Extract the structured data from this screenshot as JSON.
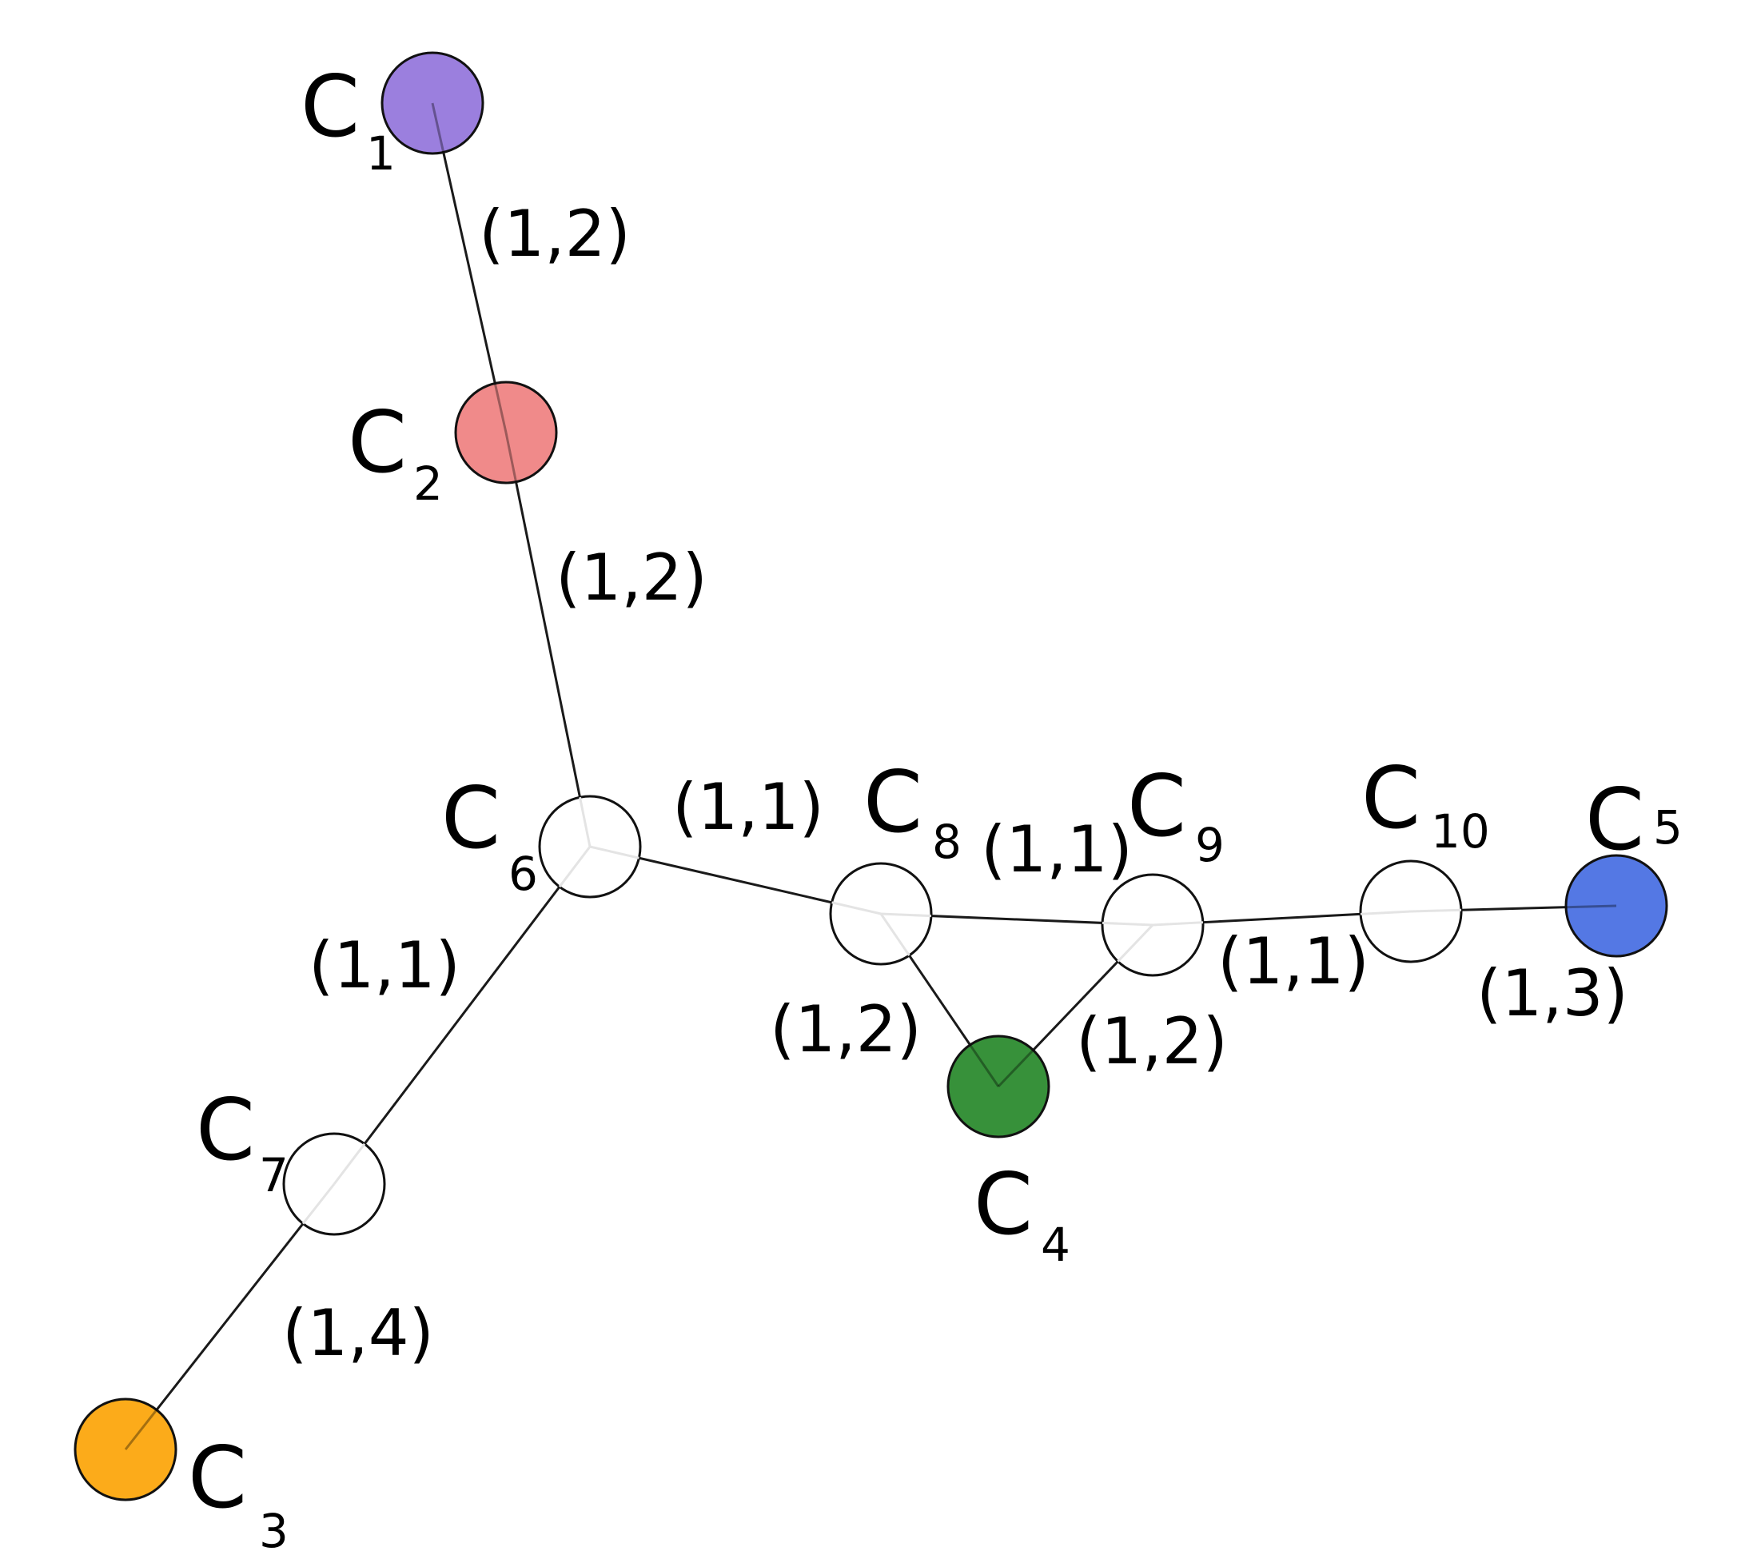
{
  "graph": {
    "nodes": [
      {
        "id": "C1",
        "label": "C",
        "sub": "1",
        "fill": "#9b7fde"
      },
      {
        "id": "C2",
        "label": "C",
        "sub": "2",
        "fill": "#f08a8a"
      },
      {
        "id": "C3",
        "label": "C",
        "sub": "3",
        "fill": "#fcab1a"
      },
      {
        "id": "C4",
        "label": "C",
        "sub": "4",
        "fill": "#37913a"
      },
      {
        "id": "C5",
        "label": "C",
        "sub": "5",
        "fill": "#5478e4"
      },
      {
        "id": "C6",
        "label": "C",
        "sub": "6",
        "fill": "#ffffff"
      },
      {
        "id": "C7",
        "label": "C",
        "sub": "7",
        "fill": "#ffffff"
      },
      {
        "id": "C8",
        "label": "C",
        "sub": "8",
        "fill": "#ffffff"
      },
      {
        "id": "C9",
        "label": "C",
        "sub": "9",
        "fill": "#ffffff"
      },
      {
        "id": "C10",
        "label": "C",
        "sub": "10",
        "fill": "#ffffff"
      }
    ],
    "edges": [
      {
        "from": "C1",
        "to": "C2",
        "label": "(1,2)"
      },
      {
        "from": "C2",
        "to": "C6",
        "label": "(1,2)"
      },
      {
        "from": "C6",
        "to": "C8",
        "label": "(1,1)"
      },
      {
        "from": "C6",
        "to": "C7",
        "label": "(1,1)"
      },
      {
        "from": "C7",
        "to": "C3",
        "label": "(1,4)"
      },
      {
        "from": "C8",
        "to": "C9",
        "label": "(1,1)"
      },
      {
        "from": "C8",
        "to": "C4",
        "label": "(1,2)"
      },
      {
        "from": "C9",
        "to": "C4",
        "label": "(1,2)"
      },
      {
        "from": "C9",
        "to": "C10",
        "label": "(1,1)"
      },
      {
        "from": "C10",
        "to": "C5",
        "label": "(1,3)"
      }
    ]
  }
}
